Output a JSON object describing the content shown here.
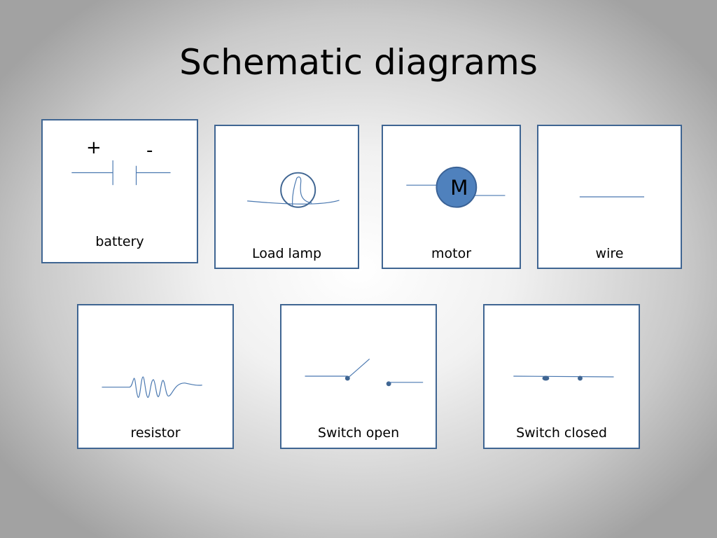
{
  "title": "Schematic diagrams",
  "colors": {
    "frame": "#3f6592",
    "line": "#4a78b0",
    "motor_fill": "#4f81bd",
    "background_center": "#ffffff",
    "background_edge": "#a2a2a2"
  },
  "symbols": {
    "battery": {
      "label": "battery",
      "plus": "+",
      "minus": "-"
    },
    "lamp": {
      "label": "Load lamp"
    },
    "motor": {
      "label": "motor",
      "letter": "M"
    },
    "wire": {
      "label": "wire"
    },
    "resistor": {
      "label": "resistor"
    },
    "switch_open": {
      "label": "Switch open"
    },
    "switch_closed": {
      "label": "Switch closed"
    }
  }
}
